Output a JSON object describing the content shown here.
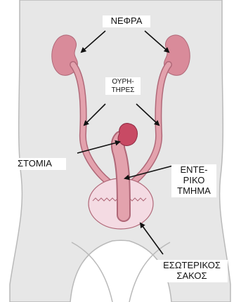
{
  "labels": {
    "kidneys": "ΝΕΦΡΑ",
    "ureters": "ΟΥΡΗ-\nΤΗΡΕΣ",
    "stoma": "ΣΤΟΜΙΑ",
    "intestinal_segment": "ΕΝΤΕ-\nΡΙΚΟ\nΤΜΗΜΑ",
    "inner_pouch": "ΕΣΩΤΕΡΙΚΟΣ\nΣΑΚΟΣ"
  },
  "colors": {
    "body_fill": "#e7e7e7",
    "body_outline": "#b9b9b9",
    "kidney": "#d98b9a",
    "tube": "#e3a2ad",
    "tube_outline": "#b06878",
    "stoma": "#c84a64",
    "pouch": "#f4dbe3",
    "arrow": "#111111"
  }
}
